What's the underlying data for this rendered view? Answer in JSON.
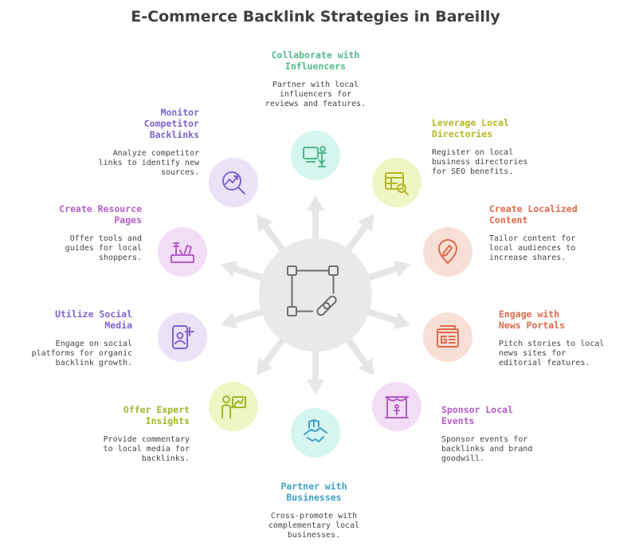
{
  "title": "E-Commerce Backlink Strategies in Bareilly",
  "nodes": [
    {
      "id": "influencers",
      "title": "Collaborate with\nInfluencers",
      "desc": "Partner with local\ninfluencers for\nreviews and features.",
      "icon": "presenter-easel-icon",
      "color": "#4fb98a",
      "bg": "#d5f5ef"
    },
    {
      "id": "directories",
      "title": "Leverage Local\nDirectories",
      "desc": "Register on local\nbusiness directories\nfor SEO benefits.",
      "icon": "directory-search-icon",
      "color": "#b5b722",
      "bg": "#eef6c4"
    },
    {
      "id": "localized",
      "title": "Create Localized\nContent",
      "desc": "Tailor content for\nlocal audiences to\nincrease shares.",
      "icon": "location-edit-icon",
      "color": "#dd6a4a",
      "bg": "#f8dfd5"
    },
    {
      "id": "news",
      "title": "Engage with\nNews Portals",
      "desc": "Pitch stories to local\nnews sites for\neditorial features.",
      "icon": "newspaper-icon",
      "color": "#dd6a4a",
      "bg": "#f8dfd5"
    },
    {
      "id": "events",
      "title": "Sponsor Local\nEvents",
      "desc": "Sponsor events for\nbacklinks and brand\ngoodwill.",
      "icon": "stage-event-icon",
      "color": "#b45dc9",
      "bg": "#f3dcf6"
    },
    {
      "id": "businesses",
      "title": "Partner with\nBusinesses",
      "desc": "Cross-promote with\ncomplementary local\nbusinesses.",
      "icon": "handshake-icon",
      "color": "#3ea0c8",
      "bg": "#d5f5ef"
    },
    {
      "id": "expert",
      "title": "Offer Expert\nInsights",
      "desc": "Provide commentary\nto local media for\nbacklinks.",
      "icon": "expert-presentation-icon",
      "color": "#a3b52a",
      "bg": "#eef6c4"
    },
    {
      "id": "social",
      "title": "Utilize Social\nMedia",
      "desc": "Engage on social\nplatforms for organic\nbacklink growth.",
      "icon": "add-user-phone-icon",
      "color": "#7f63cc",
      "bg": "#ece2f8"
    },
    {
      "id": "resource",
      "title": "Create Resource\nPages",
      "desc": "Offer tools and\nguides for local\nshoppers.",
      "icon": "toolbox-icon",
      "color": "#b45dc9",
      "bg": "#f3dcf6"
    },
    {
      "id": "competitor",
      "title": "Monitor\nCompetitor\nBacklinks",
      "desc": "Analyze competitor\nlinks to identify new\nsources.",
      "icon": "trend-search-icon",
      "color": "#7f63cc",
      "bg": "#ece2f8"
    }
  ],
  "hub": {
    "icon": "link-node-icon"
  }
}
